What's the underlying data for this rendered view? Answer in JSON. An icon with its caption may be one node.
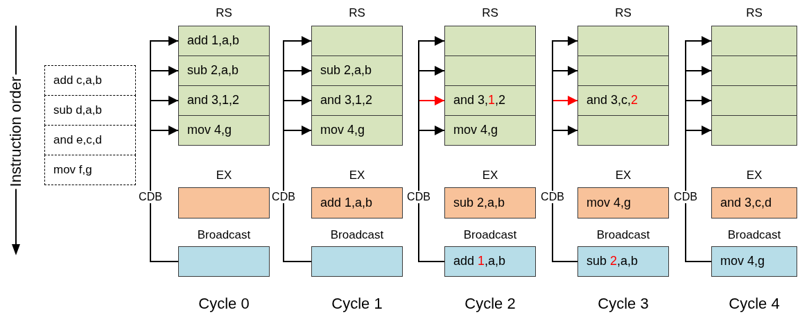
{
  "diagram": {
    "nodes": [
      {
        "text": [
          "add c,a,b"
        ]
      },
      {
        "text": [
          "sub d,a,b"
        ]
      },
      {
        "text": [
          "and e,c,d"
        ]
      },
      {
        "text": [
          "mov f,g"
        ]
      },
      {
        "text": [
          "add 1,a,b"
        ]
      },
      {
        "text": [
          "sub 2,a,b"
        ]
      },
      {
        "text": [
          "and 3,1,2"
        ]
      },
      {
        "text": [
          "mov 4,g"
        ]
      },
      {
        "text": [],
        "shape": "box"
      },
      {
        "text": [],
        "shape": "box"
      },
      {
        "text": [],
        "shape": "box"
      },
      {
        "text": [
          "sub 2,a,b"
        ]
      },
      {
        "text": [
          "and 3,1,2"
        ]
      },
      {
        "text": [
          "mov 4,g"
        ]
      },
      {
        "text": [
          "add 1,a,b"
        ]
      },
      {
        "text": [],
        "shape": "box"
      },
      {
        "text": [],
        "shape": "box"
      },
      {
        "text": [],
        "shape": "box"
      },
      {
        "text": [
          "and 3,1,2"
        ]
      },
      {
        "text": [
          "mov 4,g"
        ]
      },
      {
        "text": [
          "sub 2,a,b"
        ]
      },
      {
        "text": [
          "add 1,a,b"
        ]
      },
      {
        "text": [],
        "shape": "box"
      },
      {
        "text": [],
        "shape": "box"
      },
      {
        "text": [
          "and 3,c,2"
        ]
      },
      {
        "text": [],
        "shape": "box"
      },
      {
        "text": [
          "mov 4,g"
        ]
      },
      {
        "text": [
          "sub 2,a,b"
        ]
      },
      {
        "text": [],
        "shape": "box"
      },
      {
        "text": [],
        "shape": "box"
      },
      {
        "text": [],
        "shape": "box"
      },
      {
        "text": [],
        "shape": "box"
      },
      {
        "text": [
          "and 3,c,d"
        ]
      },
      {
        "text": [
          "mov 4,g"
        ]
      }
    ],
    "edges": [
      {
        "from": 9,
        "to": 4,
        "arrow": "to"
      },
      {
        "from": 9,
        "to": 5,
        "arrow": "to"
      },
      {
        "from": 9,
        "to": 6,
        "arrow": "to"
      },
      {
        "from": 9,
        "to": 7,
        "arrow": "to"
      },
      {
        "from": 15,
        "to": 10,
        "arrow": "to"
      },
      {
        "from": 15,
        "to": 11,
        "arrow": "to"
      },
      {
        "from": 15,
        "to": 12,
        "arrow": "to"
      },
      {
        "from": 15,
        "to": 13,
        "arrow": "to"
      },
      {
        "from": 21,
        "to": 16,
        "arrow": "to"
      },
      {
        "from": 21,
        "to": 17,
        "arrow": "to"
      },
      {
        "from": 21,
        "to": 18,
        "arrow": "to",
        "color": "#ff0000"
      },
      {
        "from": 21,
        "to": 19,
        "arrow": "to"
      },
      {
        "from": 27,
        "to": 22,
        "arrow": "to"
      },
      {
        "from": 27,
        "to": 23,
        "arrow": "to"
      },
      {
        "from": 27,
        "to": 24,
        "arrow": "to",
        "color": "#ff0000"
      },
      {
        "from": 27,
        "to": 25,
        "arrow": "to"
      },
      {
        "from": 33,
        "to": 28,
        "arrow": "to"
      },
      {
        "from": 33,
        "to": 29,
        "arrow": "to"
      },
      {
        "from": 33,
        "to": 30,
        "arrow": "to"
      },
      {
        "from": 33,
        "to": 31,
        "arrow": "to"
      }
    ],
    "labels": [
      "Instruction order",
      "RS",
      "EX",
      "CDB",
      "Broadcast",
      "Cycle 0",
      "RS",
      "EX",
      "CDB",
      "Broadcast",
      "Cycle 1",
      "RS",
      "EX",
      "CDB",
      "Broadcast",
      "Cycle 2",
      "RS",
      "EX",
      "CDB",
      "Broadcast",
      "Cycle 3",
      "RS",
      "EX",
      "CDB",
      "Broadcast",
      "Cycle 4"
    ]
  }
}
